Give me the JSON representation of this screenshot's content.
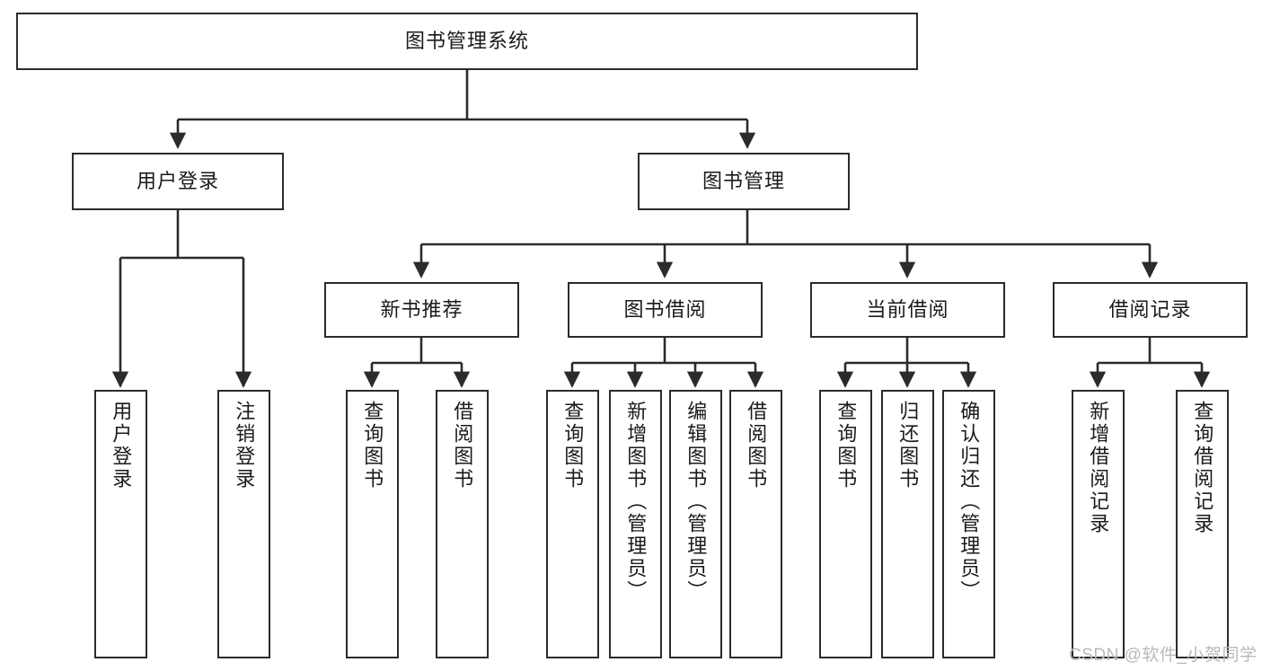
{
  "diagram": {
    "type": "tree-hierarchy-chart",
    "title": "图书管理系统",
    "stroke_color": "#2b2b2b",
    "fill_color": "#ffffff",
    "text_color": "#1a1a1a",
    "watermark": "CSDN @软件_小贺同学",
    "levels": {
      "level1": [
        {
          "id": "root",
          "label": "图书管理系统",
          "orientation": "horizontal"
        }
      ],
      "level2": [
        {
          "id": "user-login",
          "label": "用户登录",
          "orientation": "horizontal"
        },
        {
          "id": "book-management",
          "label": "图书管理",
          "orientation": "horizontal"
        }
      ],
      "level3": [
        {
          "id": "new-book-recommend",
          "label": "新书推荐",
          "orientation": "horizontal"
        },
        {
          "id": "book-borrow",
          "label": "图书借阅",
          "orientation": "horizontal"
        },
        {
          "id": "current-borrow",
          "label": "当前借阅",
          "orientation": "horizontal"
        },
        {
          "id": "borrow-record",
          "label": "借阅记录",
          "orientation": "horizontal"
        }
      ],
      "level4": [
        {
          "id": "leaf-user-login",
          "label": "用户登录",
          "parent": "user-login",
          "orientation": "vertical"
        },
        {
          "id": "leaf-logout-login",
          "label": "注销登录",
          "parent": "user-login",
          "orientation": "vertical"
        },
        {
          "id": "leaf-query-book-1",
          "label": "查询图书",
          "parent": "new-book-recommend",
          "orientation": "vertical"
        },
        {
          "id": "leaf-borrow-book-1",
          "label": "借阅图书",
          "parent": "new-book-recommend",
          "orientation": "vertical"
        },
        {
          "id": "leaf-query-book-2",
          "label": "查询图书",
          "parent": "book-borrow",
          "orientation": "vertical"
        },
        {
          "id": "leaf-add-book",
          "label": "新增图书（管理员）",
          "parent": "book-borrow",
          "orientation": "vertical"
        },
        {
          "id": "leaf-edit-book",
          "label": "编辑图书（管理员）",
          "parent": "book-borrow",
          "orientation": "vertical"
        },
        {
          "id": "leaf-borrow-book-2",
          "label": "借阅图书",
          "parent": "book-borrow",
          "orientation": "vertical"
        },
        {
          "id": "leaf-query-book-3",
          "label": "查询图书",
          "parent": "current-borrow",
          "orientation": "vertical"
        },
        {
          "id": "leaf-return-book",
          "label": "归还图书",
          "parent": "current-borrow",
          "orientation": "vertical"
        },
        {
          "id": "leaf-confirm-return",
          "label": "确认归还（管理员）",
          "parent": "current-borrow",
          "orientation": "vertical"
        },
        {
          "id": "leaf-add-record",
          "label": "新增借阅记录",
          "parent": "borrow-record",
          "orientation": "vertical"
        },
        {
          "id": "leaf-query-record",
          "label": "查询借阅记录",
          "parent": "borrow-record",
          "orientation": "vertical"
        }
      ]
    }
  }
}
